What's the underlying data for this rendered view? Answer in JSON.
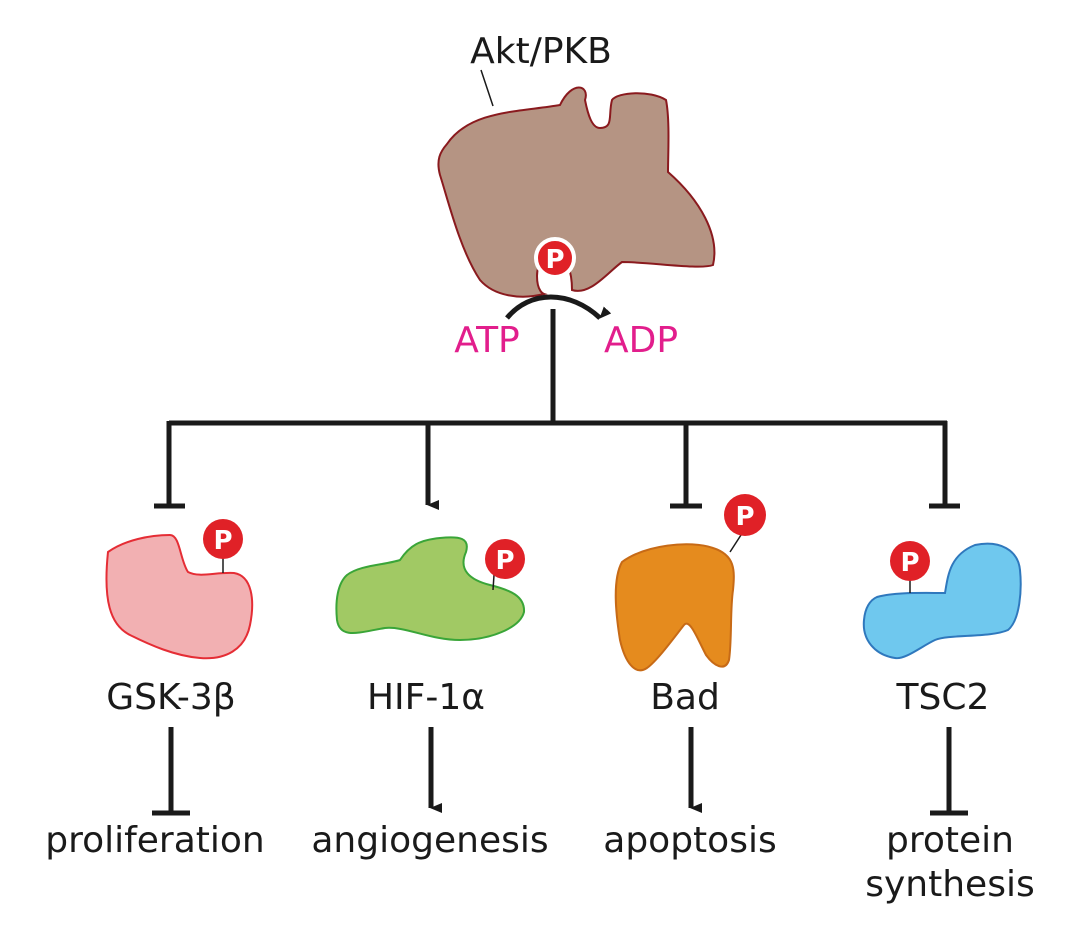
{
  "title": "Akt/PKB",
  "atp_label": "ATP",
  "adp_label": "ADP",
  "phospho_symbol": "P",
  "colors": {
    "akt_fill": "#b59483",
    "akt_stroke": "#8a1a1e",
    "phospho": "#e02127",
    "molecule_text": "#e21e8c",
    "gsk_fill": "#f2b0b2",
    "gsk_stroke": "#e52d35",
    "hif_fill": "#a1c964",
    "hif_stroke": "#3aa538",
    "bad_fill": "#e58b1e",
    "bad_stroke": "#c76a16",
    "tsc_fill": "#6fc8ee",
    "tsc_stroke": "#2f78bd"
  },
  "targets": [
    {
      "name": "GSK-3β",
      "effect_on_target": "inhibits",
      "outcome": "proliferation",
      "outcome_effect": "inhibits"
    },
    {
      "name": "HIF-1α",
      "effect_on_target": "activates",
      "outcome": "angiogenesis",
      "outcome_effect": "activates"
    },
    {
      "name": "Bad",
      "effect_on_target": "inhibits",
      "outcome": "apoptosis",
      "outcome_effect": "activates"
    },
    {
      "name": "TSC2",
      "effect_on_target": "inhibits",
      "outcome_line1": "protein",
      "outcome_line2": "synthesis",
      "outcome_effect": "inhibits"
    }
  ]
}
